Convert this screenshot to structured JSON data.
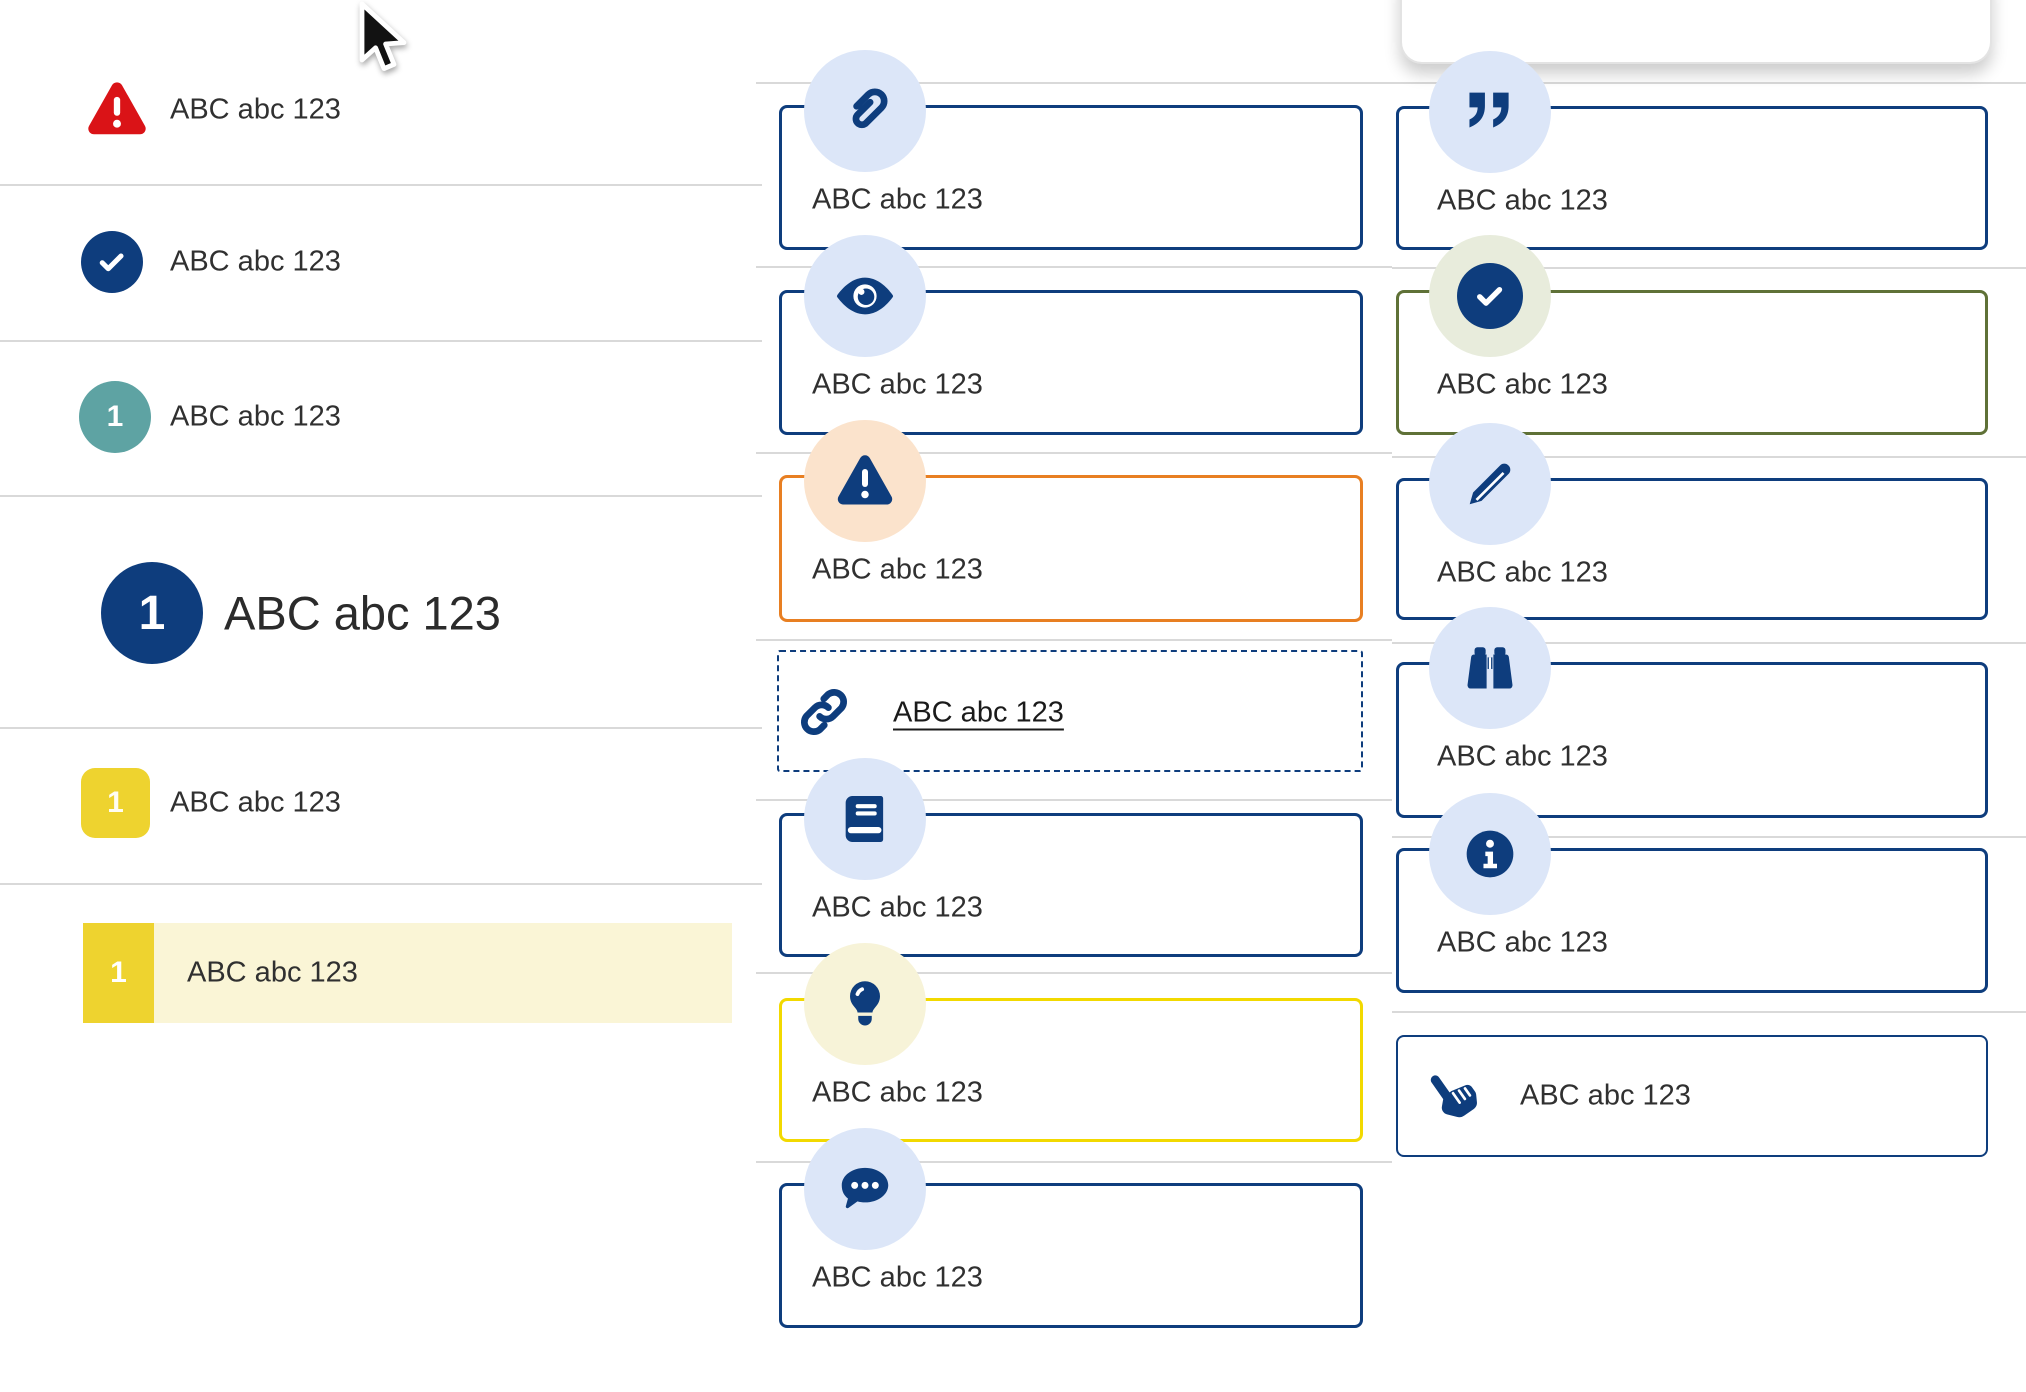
{
  "colors": {
    "navy": "#0e3d7d",
    "red": "#da1317",
    "teal": "#5ea3a3",
    "yellow": "#eed32f",
    "yellow-border": "#f2d900",
    "orange": "#e87f22",
    "olive": "#5f7137",
    "icon-bg-blue": "#dce6f8",
    "icon-bg-peach": "#fbe3cc",
    "icon-bg-yellow": "#f7f3d8",
    "icon-bg-green": "#e8ecdc",
    "highlight": "#faf5d6",
    "divider": "#d9d9d9"
  },
  "left_list": {
    "items": [
      {
        "icon": "warning-triangle-icon",
        "label": "ABC abc 123"
      },
      {
        "icon": "check-circle-icon",
        "label": "ABC abc 123"
      },
      {
        "icon": "teal-number-badge",
        "badge": "1",
        "label": "ABC abc 123"
      },
      {
        "icon": "navy-number-badge-large",
        "badge": "1",
        "label": "ABC abc 123"
      },
      {
        "icon": "yellow-number-badge",
        "badge": "1",
        "label": "ABC abc 123"
      },
      {
        "icon": "yellow-number-badge",
        "badge": "1",
        "label": "ABC abc 123",
        "highlighted": true
      }
    ]
  },
  "middle_cards": [
    {
      "icon": "paperclip-icon",
      "label": "ABC abc 123",
      "variant": "navy"
    },
    {
      "icon": "eye-icon",
      "label": "ABC abc 123",
      "variant": "navy"
    },
    {
      "icon": "warning-triangle-icon",
      "label": "ABC abc 123",
      "variant": "orange"
    },
    {
      "icon": "link-icon",
      "label": "ABC abc 123",
      "variant": "dashed-link"
    },
    {
      "icon": "book-icon",
      "label": "ABC abc 123",
      "variant": "navy"
    },
    {
      "icon": "lightbulb-icon",
      "label": "ABC abc 123",
      "variant": "yellow"
    },
    {
      "icon": "chat-icon",
      "label": "ABC abc 123",
      "variant": "navy"
    }
  ],
  "right_cards": [
    {
      "icon": "quote-icon",
      "label": "ABC abc 123",
      "variant": "navy"
    },
    {
      "icon": "check-circle-icon",
      "label": "ABC abc 123",
      "variant": "olive"
    },
    {
      "icon": "pencil-icon",
      "label": "ABC abc 123",
      "variant": "navy"
    },
    {
      "icon": "binoculars-icon",
      "label": "ABC abc 123",
      "variant": "navy"
    },
    {
      "icon": "info-icon",
      "label": "ABC abc 123",
      "variant": "navy"
    },
    {
      "icon": "hand-pointer-icon",
      "label": "ABC abc 123",
      "variant": "navy-inline"
    }
  ],
  "cursor": {
    "icon": "arrow-cursor"
  }
}
